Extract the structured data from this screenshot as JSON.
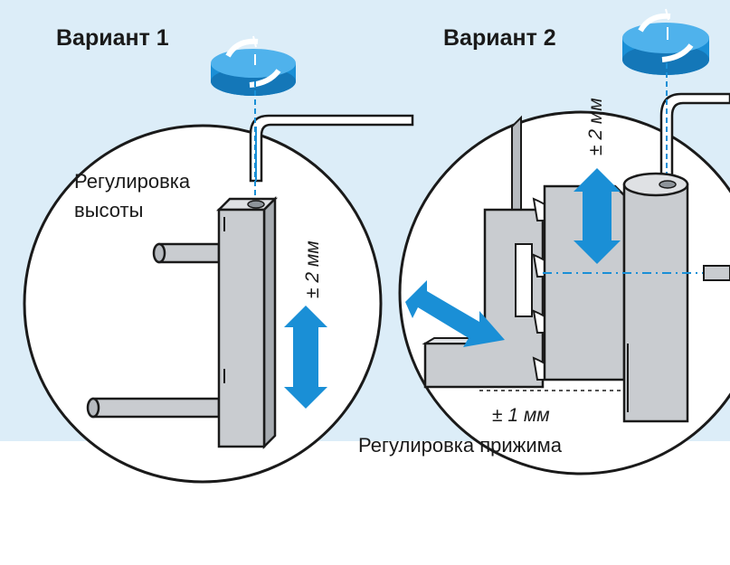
{
  "variant1": {
    "title": "Вариант 1",
    "adjust_label_line1": "Регулировка",
    "adjust_label_line2": "высоты",
    "tolerance": "± 2 мм"
  },
  "variant2": {
    "title": "Вариант 2",
    "tolerance_vertical": "± 2 мм",
    "tolerance_horizontal": "± 1 мм",
    "adjust_label": "Регулировка прижима"
  },
  "colors": {
    "panel_background": "#dcedf8",
    "accent_blue": "#1a8fd6",
    "metal": "#c9ccd0",
    "outline": "#1a1a1a"
  }
}
